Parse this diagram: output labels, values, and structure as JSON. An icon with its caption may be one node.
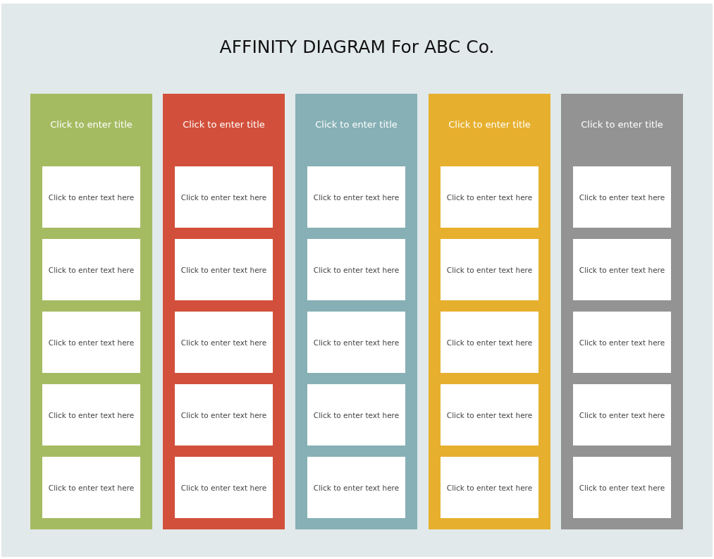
{
  "diagram": {
    "title": "AFFINITY DIAGRAM For ABC Co.",
    "nodes": [
      {
        "text": [
          "Click to enter title"
        ]
      },
      {
        "text": [
          "Click to enter text here"
        ],
        "in": 0
      },
      {
        "text": [
          "Click to enter text here"
        ],
        "in": 0
      },
      {
        "text": [
          "Click to enter text here"
        ],
        "in": 0
      },
      {
        "text": [
          "Click to enter text here"
        ],
        "in": 0
      },
      {
        "text": [
          "Click to enter text here"
        ],
        "in": 0
      },
      {
        "text": [
          "Click to enter title"
        ]
      },
      {
        "text": [
          "Click to enter text here"
        ],
        "in": 6
      },
      {
        "text": [
          "Click to enter text here"
        ],
        "in": 6
      },
      {
        "text": [
          "Click to enter text here"
        ],
        "in": 6
      },
      {
        "text": [
          "Click to enter text here"
        ],
        "in": 6
      },
      {
        "text": [
          "Click to enter text here"
        ],
        "in": 6
      },
      {
        "text": [
          "Click to enter title"
        ]
      },
      {
        "text": [
          "Click to enter text here"
        ],
        "in": 12
      },
      {
        "text": [
          "Click to enter text here"
        ],
        "in": 12
      },
      {
        "text": [
          "Click to enter text here"
        ],
        "in": 12
      },
      {
        "text": [
          "Click to enter text here"
        ],
        "in": 12
      },
      {
        "text": [
          "Click to enter text here"
        ],
        "in": 12
      },
      {
        "text": [
          "Click to enter title"
        ]
      },
      {
        "text": [
          "Click to enter text here"
        ],
        "in": 18
      },
      {
        "text": [
          "Click to enter text here"
        ],
        "in": 18
      },
      {
        "text": [
          "Click to enter text here"
        ],
        "in": 18
      },
      {
        "text": [
          "Click to enter text here"
        ],
        "in": 18
      },
      {
        "text": [
          "Click to enter text here"
        ],
        "in": 18
      },
      {
        "text": [
          "Click to enter title"
        ]
      },
      {
        "text": [
          "Click to enter text here"
        ],
        "in": 24
      },
      {
        "text": [
          "Click to enter text here"
        ],
        "in": 24
      },
      {
        "text": [
          "Click to enter text here"
        ],
        "in": 24
      },
      {
        "text": [
          "Click to enter text here"
        ],
        "in": 24
      },
      {
        "text": [
          "Click to enter text here"
        ],
        "in": 24
      }
    ]
  }
}
